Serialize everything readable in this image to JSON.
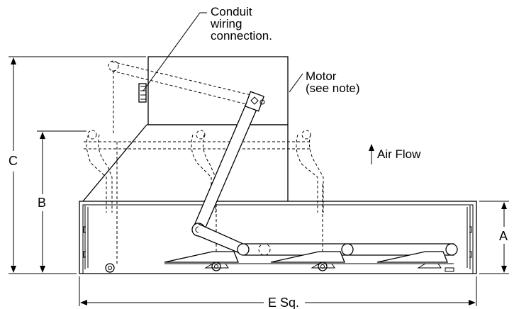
{
  "labels": {
    "conduit_line1": "Conduit",
    "conduit_line2": "wiring",
    "conduit_line3": "connection.",
    "motor_line1": "Motor",
    "motor_line2": "(see note)",
    "air_flow": "Air Flow"
  },
  "dimensions": {
    "a": "A",
    "b": "B",
    "c": "C",
    "e": "E Sq."
  }
}
